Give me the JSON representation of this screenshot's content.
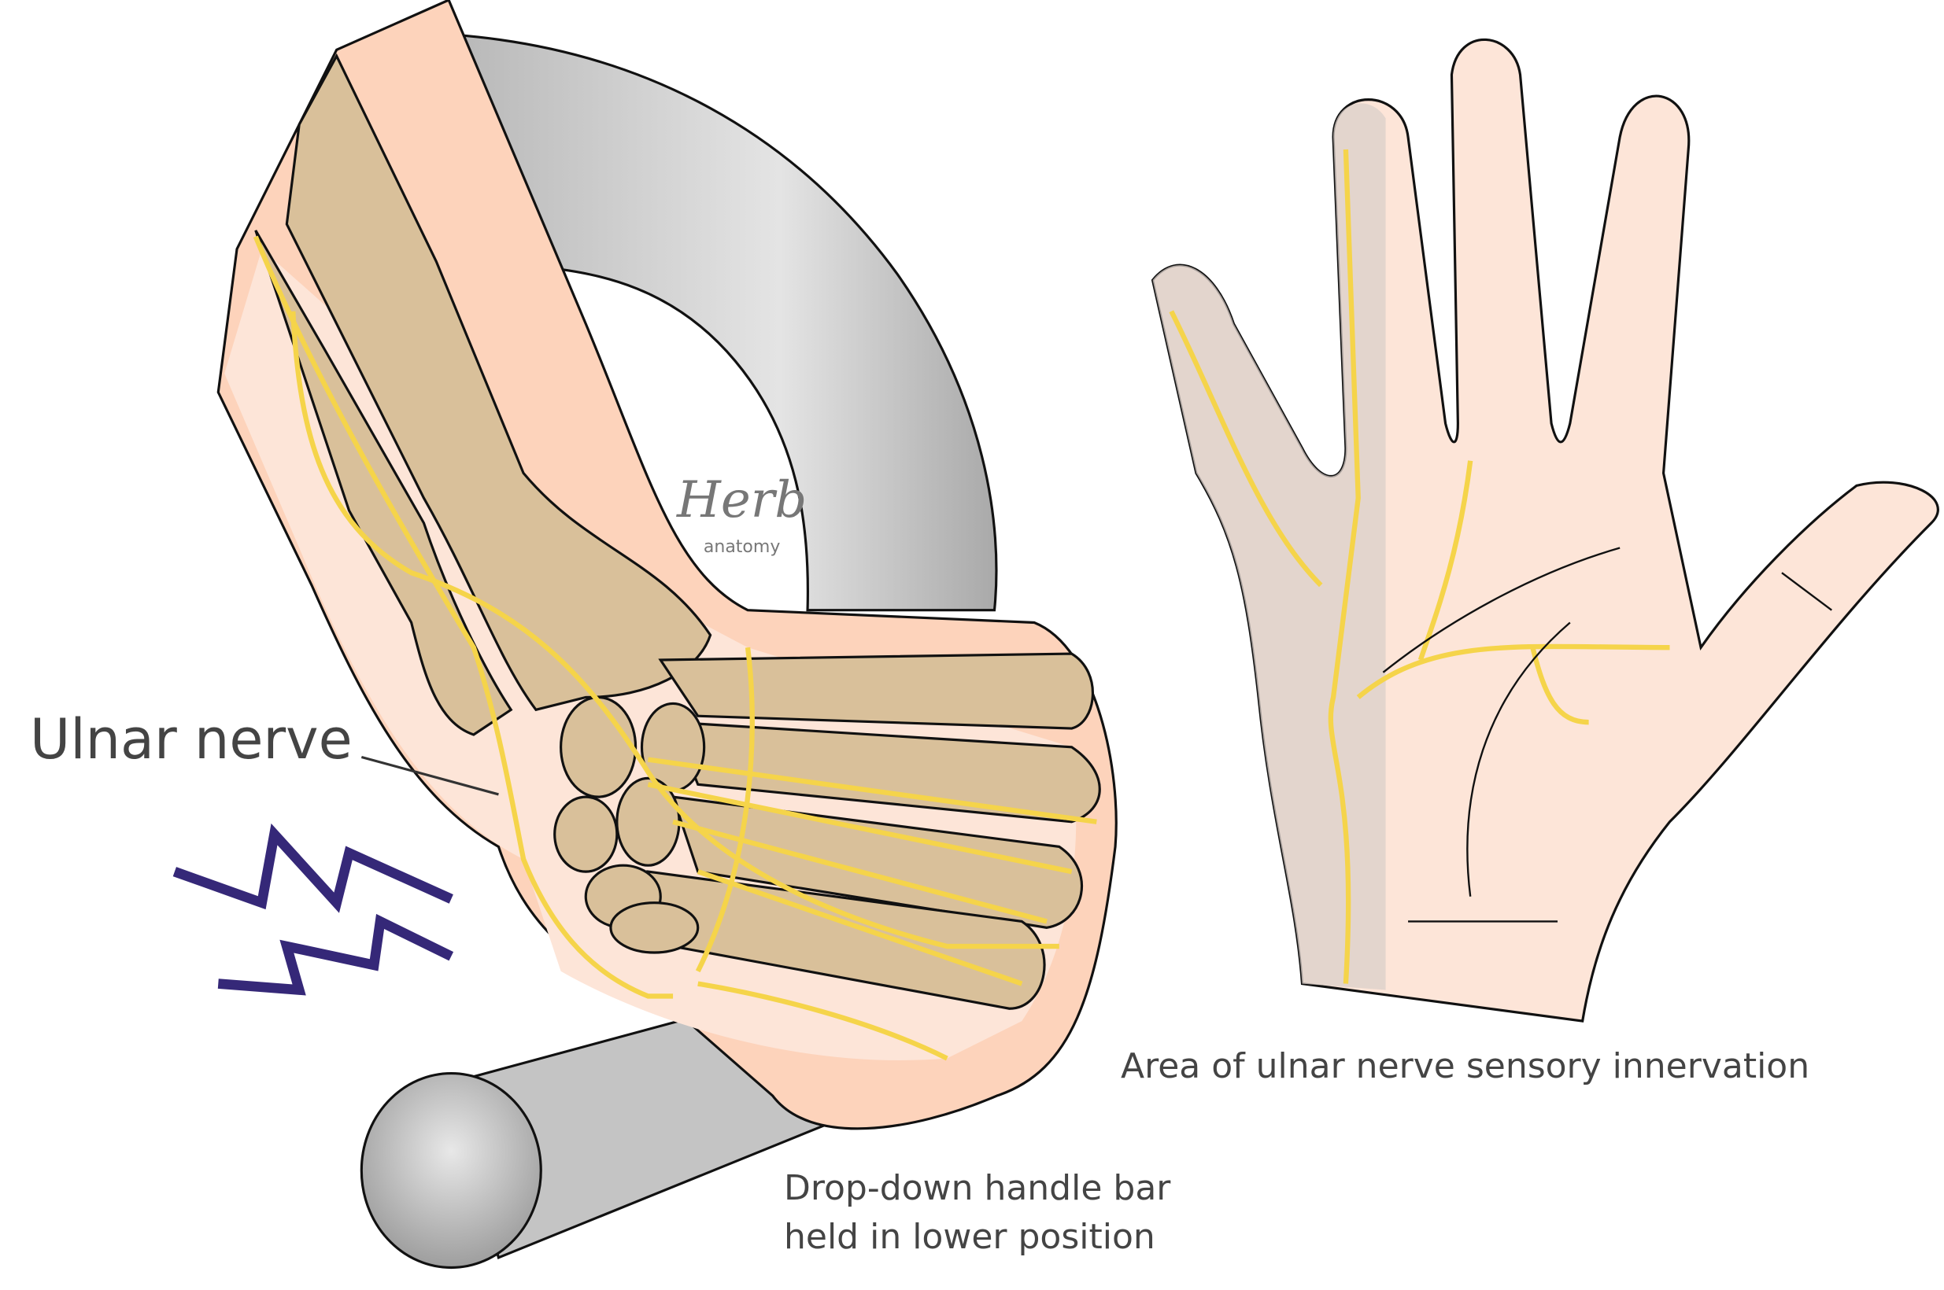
{
  "labels": {
    "ulnar_nerve": "Ulnar nerve",
    "sensory_area": "Area of ulnar nerve sensory innervation",
    "handlebar_line1": "Drop-down handle bar",
    "handlebar_line2": "held in lower position"
  },
  "watermark": {
    "brand": "Herb",
    "sub": "anatomy"
  },
  "colors": {
    "skin": "#fdd3bb",
    "skin_light": "#fde5d8",
    "bone": "#d9c09a",
    "nerve": "#f5d44a",
    "bar": "#c8c8c8",
    "pain": "#352878",
    "ulnar_zone": "#e2d8d2"
  }
}
